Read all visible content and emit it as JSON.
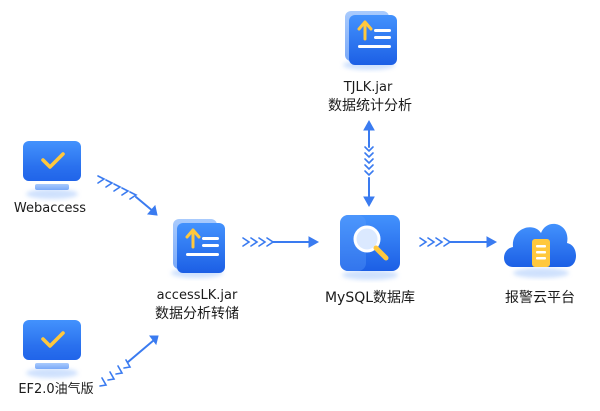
{
  "nodes": {
    "webaccess": {
      "label": "Webaccess",
      "icon": "monitor-check-icon"
    },
    "ef20": {
      "label": "EF2.0油气版",
      "icon": "monitor-check-icon"
    },
    "accesslk": {
      "name": "accessLK.jar",
      "desc": "数据分析转储",
      "icon": "document-upload-icon"
    },
    "tjlk": {
      "name": "TJLK.jar",
      "desc": "数据统计分析",
      "icon": "document-upload-icon"
    },
    "mysql": {
      "label": "MySQL数据库",
      "icon": "magnifier-icon"
    },
    "alarm": {
      "label": "报警云平台",
      "icon": "cloud-icon"
    }
  },
  "colors": {
    "icon_top": "#3f8cfb",
    "icon_bottom": "#1e62e6",
    "icon_shadow": "#9fc3fb",
    "arrow": "#3a7bf0",
    "accent": "#ffc83d"
  }
}
